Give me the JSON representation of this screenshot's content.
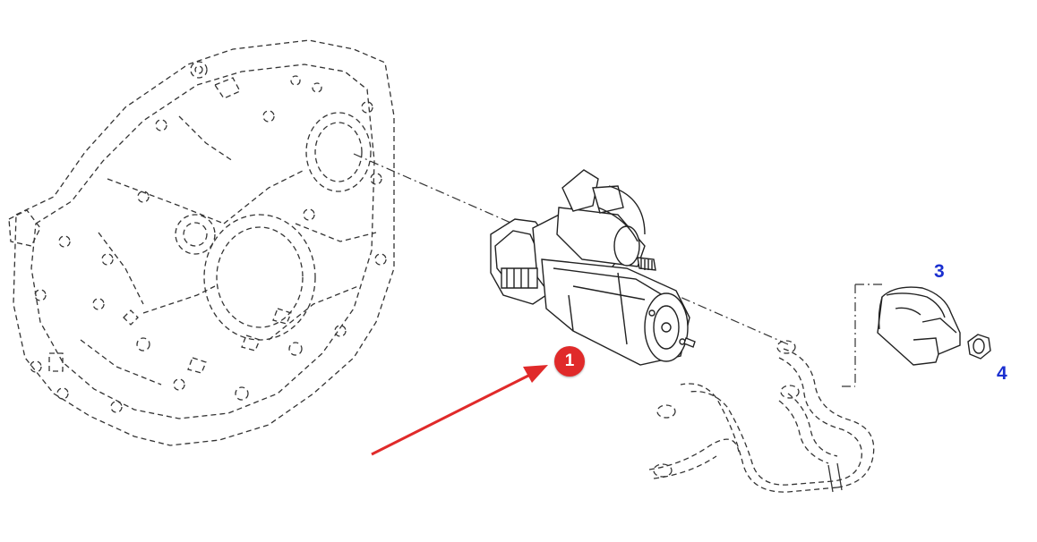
{
  "callouts": {
    "part_3": "3",
    "part_4": "4",
    "highlight": "1"
  },
  "colors": {
    "line": "#222222",
    "callout_text": "#1a2fd0",
    "highlight_badge": "#e02a2a",
    "arrow": "#e02a2a"
  },
  "icons": {
    "badge": "numbered-circle-marker",
    "arrow": "pointer-arrow"
  }
}
